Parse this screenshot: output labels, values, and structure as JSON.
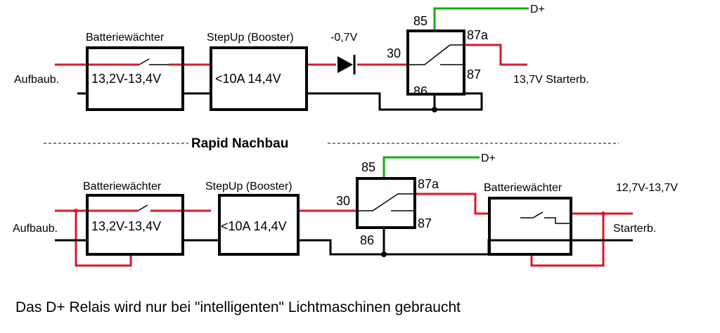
{
  "top": {
    "left_label": "Aufbaub.",
    "guard_title": "Batteriewächter",
    "guard_value": "13,2V-13,4V",
    "booster_title": "StepUp (Booster)",
    "booster_value": "<10A 14,4V",
    "diode_label": "-0,7V",
    "relay_pin_85": "85",
    "relay_pin_30": "30",
    "relay_pin_87a": "87a",
    "relay_pin_87": "87",
    "relay_pin_86": "86",
    "dplus": "D+",
    "right_label": "13,7V Starterb."
  },
  "divider": {
    "title": "Rapid Nachbau"
  },
  "bottom": {
    "left_label": "Aufbaub.",
    "guard_title": "Batteriewächter",
    "guard_value": "13,2V-13,4V",
    "booster_title": "StepUp (Booster)",
    "booster_value": "<10A 14,4V",
    "relay_pin_85": "85",
    "relay_pin_30": "30",
    "relay_pin_87a": "87a",
    "relay_pin_87": "87",
    "relay_pin_86": "86",
    "dplus": "D+",
    "guard2_title": "Batteriewächter",
    "right_value": "12,7V-13,7V",
    "right_label": "Starterb."
  },
  "caption": "Das D+ Relais wird nur bei \"intelligenten\" Lichtmaschinen gebraucht",
  "colors": {
    "positive_wire": "#d8182a",
    "dplus_wire": "#10b010",
    "ground_wire": "#000000"
  }
}
